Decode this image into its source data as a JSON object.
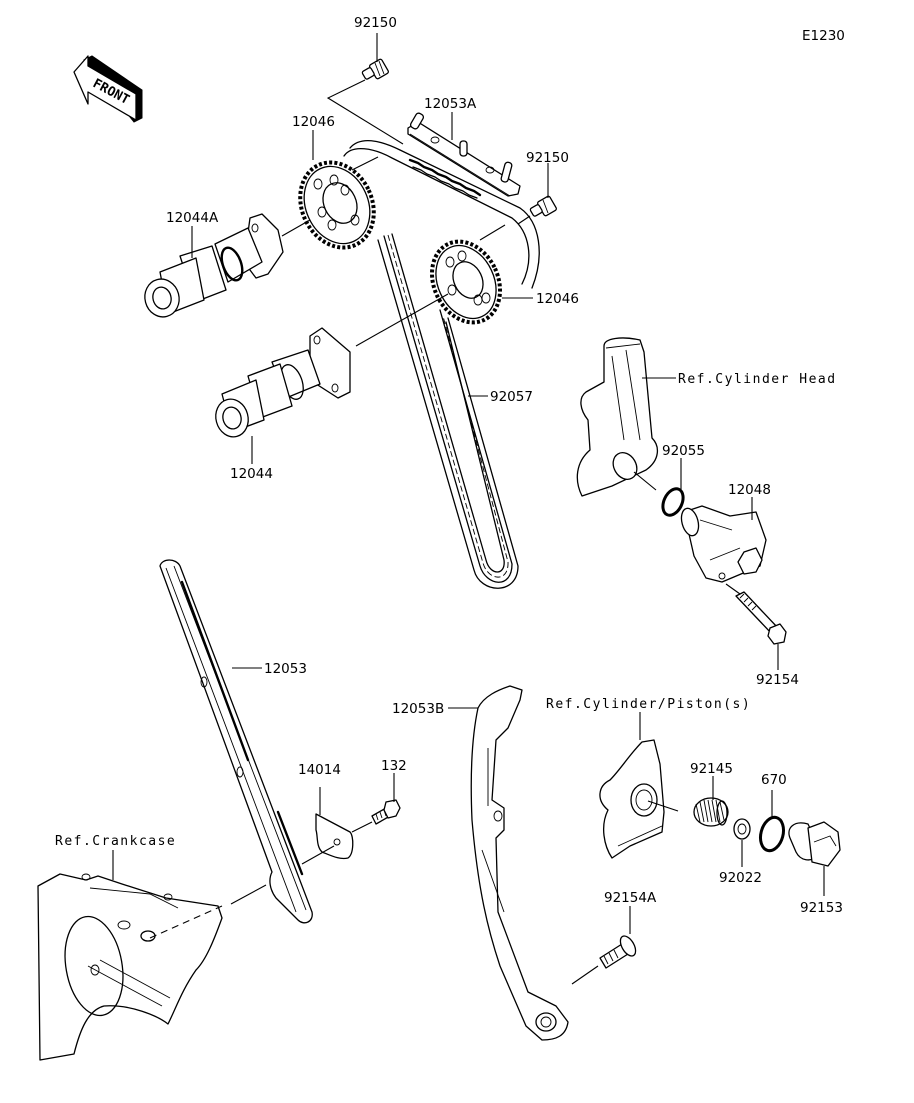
{
  "diagram": {
    "code": "E1230",
    "front_indicator": "FRONT",
    "parts": {
      "bolt_top_left": "92150",
      "chain_guide_upper": "12053A",
      "sprocket_intake": "12046",
      "bolt_top_right": "92150",
      "camshaft_a": "12044A",
      "sprocket_exhaust": "12046",
      "camshaft": "12044",
      "timing_chain": "92057",
      "o_ring_tensioner": "92055",
      "tensioner": "12048",
      "bolt_tensioner": "92154",
      "chain_guide_front": "12053",
      "chain_guide_rear": "12053B",
      "plate": "14014",
      "bolt_plate": "132",
      "spring": "92145",
      "o_ring_cap": "670",
      "washer": "92022",
      "cap_bolt": "92153",
      "bolt_guide_pivot": "92154A"
    },
    "references": {
      "cylinder_head": "Ref.Cylinder Head",
      "cylinder_piston": "Ref.Cylinder/Piston(s)",
      "crankcase": "Ref.Crankcase"
    }
  }
}
